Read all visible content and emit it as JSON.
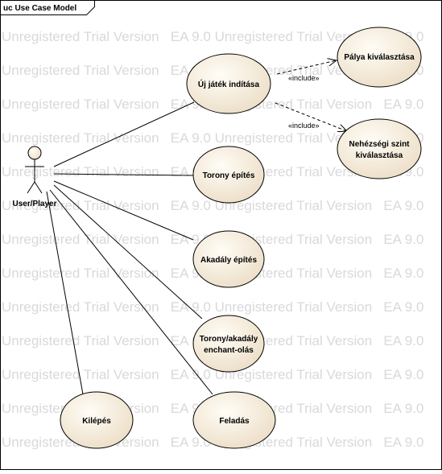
{
  "frame": {
    "title": "uc Use Case Model"
  },
  "watermark": {
    "text": "Unregistered Trial Version   EA 9.0 Unregistered Trial Version   EA 9.0"
  },
  "actor": {
    "label": "User/Player"
  },
  "use_cases": [
    {
      "id": "uj-jatek",
      "lines": [
        "Új játék indítása"
      ]
    },
    {
      "id": "palya",
      "lines": [
        "Pálya kiválasztása"
      ]
    },
    {
      "id": "nehezseg",
      "lines": [
        "Nehézségi szint",
        "kiválasztása"
      ]
    },
    {
      "id": "torony",
      "lines": [
        "Torony építés"
      ]
    },
    {
      "id": "akadaly",
      "lines": [
        "Akadály építés"
      ]
    },
    {
      "id": "enchant",
      "lines": [
        "Torony/akadály",
        "enchant-olás"
      ]
    },
    {
      "id": "kilepes",
      "lines": [
        "Kilépés"
      ]
    },
    {
      "id": "feladas",
      "lines": [
        "Feladás"
      ]
    }
  ],
  "relations": {
    "include_label": "«include»"
  },
  "colors": {
    "usecase_fill_light": "#fffdf6",
    "usecase_fill_dark": "#ebdcc4",
    "stroke": "#000000",
    "watermark": "#d9d9d9"
  }
}
